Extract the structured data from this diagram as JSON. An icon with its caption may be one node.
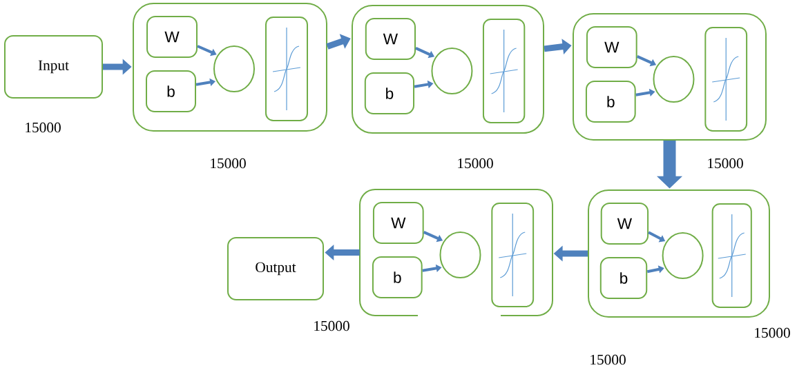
{
  "diagram": {
    "nodes": [
      {
        "text": [
          "Input"
        ]
      },
      {
        "text": [],
        "shape": "box"
      },
      {
        "text": [
          "W"
        ],
        "in": 1
      },
      {
        "text": [
          "b"
        ],
        "in": 1
      },
      {
        "text": [],
        "shape": "circle",
        "in": 1
      },
      {
        "text": [],
        "shape": "picture",
        "in": 1
      },
      {
        "text": [],
        "shape": "box"
      },
      {
        "text": [
          "W"
        ],
        "in": 6
      },
      {
        "text": [
          "b"
        ],
        "in": 6
      },
      {
        "text": [],
        "shape": "circle",
        "in": 6
      },
      {
        "text": [],
        "shape": "picture",
        "in": 6
      },
      {
        "text": [],
        "shape": "box"
      },
      {
        "text": [
          "W"
        ],
        "in": 11
      },
      {
        "text": [
          "b"
        ],
        "in": 11
      },
      {
        "text": [],
        "shape": "circle",
        "in": 11
      },
      {
        "text": [],
        "shape": "picture",
        "in": 11
      },
      {
        "text": [],
        "shape": "box"
      },
      {
        "text": [
          "W"
        ],
        "in": 16
      },
      {
        "text": [
          "b"
        ],
        "in": 16
      },
      {
        "text": [],
        "shape": "circle",
        "in": 16
      },
      {
        "text": [],
        "shape": "picture",
        "in": 16
      },
      {
        "text": [],
        "shape": "box"
      },
      {
        "text": [
          "W"
        ],
        "in": 21
      },
      {
        "text": [
          "b"
        ],
        "in": 21
      },
      {
        "text": [],
        "shape": "circle",
        "in": 21
      },
      {
        "text": [],
        "shape": "picture",
        "in": 21
      },
      {
        "text": [
          "Output"
        ]
      }
    ],
    "edges": [
      {
        "from": 0,
        "to": 1,
        "arrow": "to",
        "style": "thick"
      },
      {
        "from": 2,
        "to": 4,
        "arrow": "to"
      },
      {
        "from": 3,
        "to": 4,
        "arrow": "to"
      },
      {
        "from": 1,
        "to": 6,
        "arrow": "to",
        "style": "thick"
      },
      {
        "from": 7,
        "to": 9,
        "arrow": "to"
      },
      {
        "from": 8,
        "to": 9,
        "arrow": "to"
      },
      {
        "from": 6,
        "to": 11,
        "arrow": "to",
        "style": "thick"
      },
      {
        "from": 12,
        "to": 14,
        "arrow": "to"
      },
      {
        "from": 13,
        "to": 14,
        "arrow": "to"
      },
      {
        "from": 11,
        "to": 16,
        "arrow": "to",
        "style": "thick"
      },
      {
        "from": 17,
        "to": 19,
        "arrow": "to"
      },
      {
        "from": 18,
        "to": 19,
        "arrow": "to"
      },
      {
        "from": 16,
        "to": 21,
        "arrow": "to",
        "style": "thick"
      },
      {
        "from": 22,
        "to": 24,
        "arrow": "to"
      },
      {
        "from": 23,
        "to": 24,
        "arrow": "to"
      },
      {
        "from": 21,
        "to": 26,
        "arrow": "to",
        "style": "thick"
      }
    ],
    "labels": [
      "15000",
      "15000",
      "15000",
      "15000",
      "15000",
      "15000",
      "15000"
    ]
  }
}
